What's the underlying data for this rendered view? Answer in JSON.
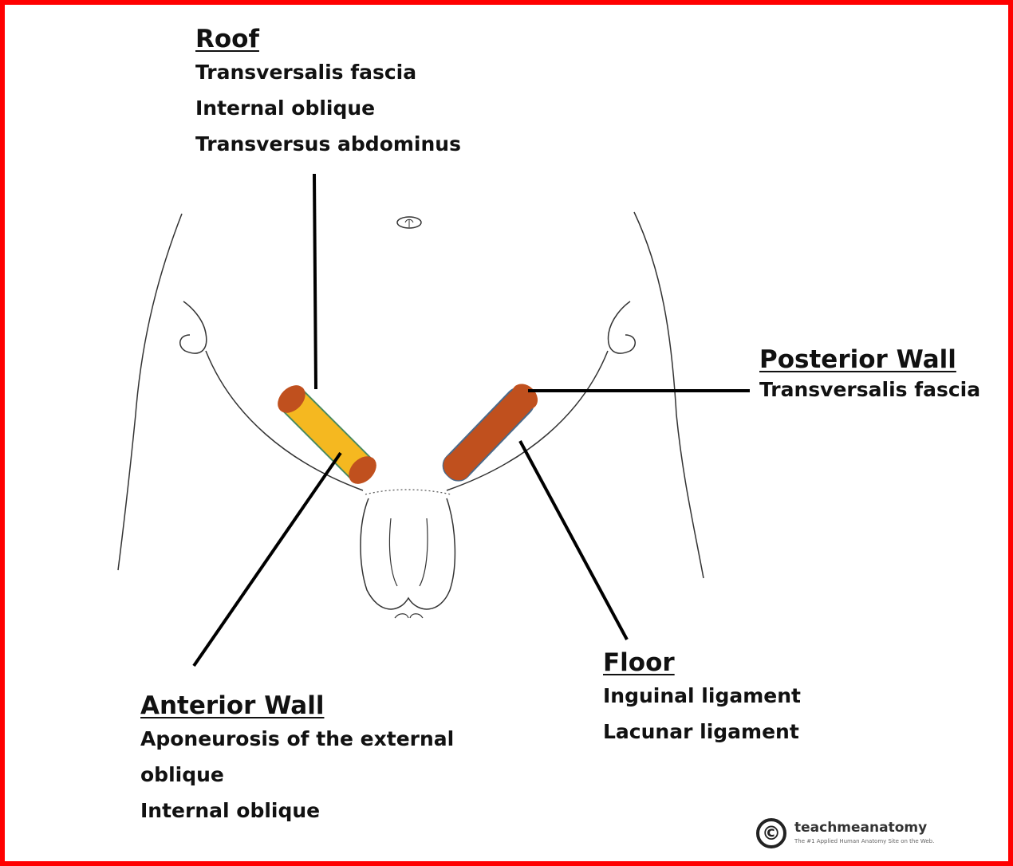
{
  "roof": {
    "heading": "Roof",
    "lines": [
      "Transversalis fascia",
      "Internal oblique",
      "Transversus abdominus"
    ]
  },
  "posterior_wall": {
    "heading": "Posterior Wall",
    "lines": [
      "Transversalis fascia"
    ]
  },
  "floor": {
    "heading": "Floor",
    "lines": [
      "Inguinal ligament",
      "Lacunar ligament"
    ]
  },
  "anterior_wall": {
    "heading": "Anterior Wall",
    "lines": [
      "Aponeurosis of the external",
      "oblique",
      "Internal oblique"
    ]
  },
  "logo": {
    "symbol": "©",
    "brand": "teachmeanatomy",
    "tagline": "The #1 Applied Human Anatomy Site on the Web."
  },
  "colors": {
    "frame": "#ff0000",
    "canal_fill": "#f5b820",
    "canal_end": "#c0501e",
    "outline": "#222222"
  }
}
